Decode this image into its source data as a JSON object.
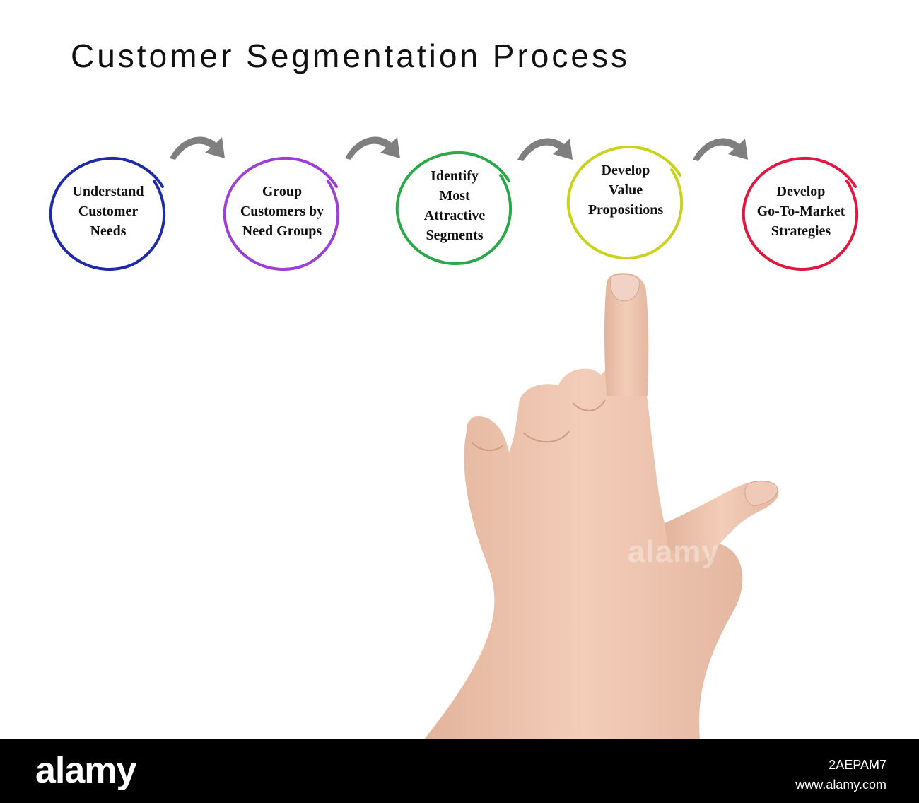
{
  "title": "Customer Segmentation Process",
  "steps": [
    {
      "label": "Understand\nCustomer\nNeeds",
      "color": "#1f2aa8"
    },
    {
      "label": "Group\nCustomers by\nNeed Groups",
      "color": "#9b3fd6"
    },
    {
      "label": "Identify\nMost\nAttractive\nSegments",
      "color": "#2ba84a"
    },
    {
      "label": "Develop\nValue\nPropositions",
      "color": "#c9d21e"
    },
    {
      "label": "Develop\nGo-To-Market\nStrategies",
      "color": "#e0173e"
    }
  ],
  "arrow_color": "#7f7f7f",
  "watermark": "alamy",
  "footer": {
    "logo": "alamy",
    "image_code": "2AEPAM7",
    "url": "www.alamy.com"
  }
}
